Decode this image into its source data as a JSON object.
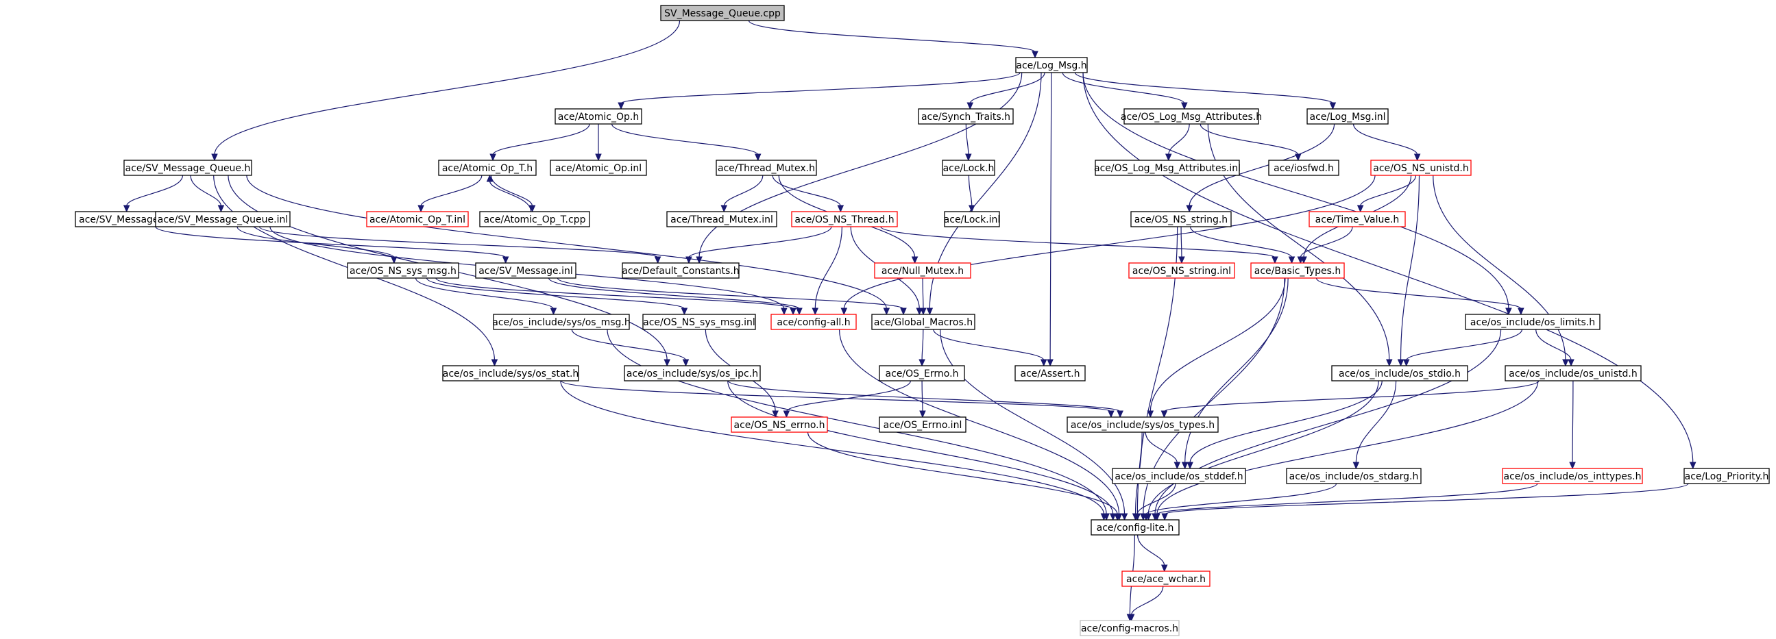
{
  "colors": {
    "edge": "#191970",
    "node_border": "#000000",
    "node_border_truncated": "#ff0000",
    "node_border_external": "#bfbfbf",
    "root_fill": "#bfbfbf",
    "node_fill": "#ffffff"
  },
  "nodes": {
    "svmqcpp": {
      "label": "SV_Message_Queue.cpp",
      "kind": "root"
    },
    "logmsg": {
      "label": "ace/Log_Msg.h",
      "kind": "normal"
    },
    "atomicop": {
      "label": "ace/Atomic_Op.h",
      "kind": "normal"
    },
    "synchtraits": {
      "label": "ace/Synch_Traits.h",
      "kind": "normal"
    },
    "oslogmsgattr": {
      "label": "ace/OS_Log_Msg_Attributes.h",
      "kind": "normal"
    },
    "logmsginl": {
      "label": "ace/Log_Msg.inl",
      "kind": "normal"
    },
    "svmqh": {
      "label": "ace/SV_Message_Queue.h",
      "kind": "normal"
    },
    "atomicopth": {
      "label": "ace/Atomic_Op_T.h",
      "kind": "normal"
    },
    "atomicopinl": {
      "label": "ace/Atomic_Op.inl",
      "kind": "normal"
    },
    "threadmutex": {
      "label": "ace/Thread_Mutex.h",
      "kind": "normal"
    },
    "lock": {
      "label": "ace/Lock.h",
      "kind": "normal"
    },
    "oslogmsgattrinl": {
      "label": "ace/OS_Log_Msg_Attributes.inl",
      "kind": "normal"
    },
    "iosfwd": {
      "label": "ace/iosfwd.h",
      "kind": "normal"
    },
    "osnsunistd": {
      "label": "ace/OS_NS_unistd.h",
      "kind": "truncated"
    },
    "svmessage": {
      "label": "ace/SV_Message.h",
      "kind": "normal"
    },
    "svmqinl": {
      "label": "ace/SV_Message_Queue.inl",
      "kind": "normal"
    },
    "atomicoptinl": {
      "label": "ace/Atomic_Op_T.inl",
      "kind": "truncated"
    },
    "atomicoptcpp": {
      "label": "ace/Atomic_Op_T.cpp",
      "kind": "normal"
    },
    "threadmutexinl": {
      "label": "ace/Thread_Mutex.inl",
      "kind": "normal"
    },
    "osnsthread": {
      "label": "ace/OS_NS_Thread.h",
      "kind": "truncated"
    },
    "lockinl": {
      "label": "ace/Lock.inl",
      "kind": "normal"
    },
    "osnsstring": {
      "label": "ace/OS_NS_string.h",
      "kind": "normal"
    },
    "timevalue": {
      "label": "ace/Time_Value.h",
      "kind": "truncated"
    },
    "osnssysmsg": {
      "label": "ace/OS_NS_sys_msg.h",
      "kind": "normal"
    },
    "svmessageinl": {
      "label": "ace/SV_Message.inl",
      "kind": "normal"
    },
    "defaultconst": {
      "label": "ace/Default_Constants.h",
      "kind": "normal"
    },
    "nullmutex": {
      "label": "ace/Null_Mutex.h",
      "kind": "truncated"
    },
    "osnsstringinl": {
      "label": "ace/OS_NS_string.inl",
      "kind": "truncated"
    },
    "basictypes": {
      "label": "ace/Basic_Types.h",
      "kind": "truncated"
    },
    "osmsg": {
      "label": "ace/os_include/sys/os_msg.h",
      "kind": "normal"
    },
    "osnssysmsginl": {
      "label": "ace/OS_NS_sys_msg.inl",
      "kind": "normal"
    },
    "configall": {
      "label": "ace/config-all.h",
      "kind": "truncated"
    },
    "globalmacros": {
      "label": "ace/Global_Macros.h",
      "kind": "normal"
    },
    "oslimits": {
      "label": "ace/os_include/os_limits.h",
      "kind": "normal"
    },
    "osstat": {
      "label": "ace/os_include/sys/os_stat.h",
      "kind": "normal"
    },
    "osipc": {
      "label": "ace/os_include/sys/os_ipc.h",
      "kind": "normal"
    },
    "oserrno": {
      "label": "ace/OS_Errno.h",
      "kind": "normal"
    },
    "assert": {
      "label": "ace/Assert.h",
      "kind": "normal"
    },
    "osstdio": {
      "label": "ace/os_include/os_stdio.h",
      "kind": "normal"
    },
    "osunistd": {
      "label": "ace/os_include/os_unistd.h",
      "kind": "normal"
    },
    "osnserrno": {
      "label": "ace/OS_NS_errno.h",
      "kind": "truncated"
    },
    "oserrnoinl": {
      "label": "ace/OS_Errno.inl",
      "kind": "normal"
    },
    "ostypes": {
      "label": "ace/os_include/sys/os_types.h",
      "kind": "normal"
    },
    "osstddef": {
      "label": "ace/os_include/os_stddef.h",
      "kind": "normal"
    },
    "osstdarg": {
      "label": "ace/os_include/os_stdarg.h",
      "kind": "normal"
    },
    "osinttypes": {
      "label": "ace/os_include/os_inttypes.h",
      "kind": "truncated"
    },
    "logpriority": {
      "label": "ace/Log_Priority.h",
      "kind": "normal"
    },
    "configlite": {
      "label": "ace/config-lite.h",
      "kind": "normal"
    },
    "acewchar": {
      "label": "ace/ace_wchar.h",
      "kind": "truncated"
    },
    "configmacros": {
      "label": "ace/config-macros.h",
      "kind": "external"
    }
  },
  "edges": [
    [
      "svmqcpp",
      "logmsg"
    ],
    [
      "svmqcpp",
      "svmqh"
    ],
    [
      "logmsg",
      "atomicop"
    ],
    [
      "logmsg",
      "synchtraits"
    ],
    [
      "logmsg",
      "oslogmsgattr"
    ],
    [
      "logmsg",
      "logmsginl"
    ],
    [
      "logmsg",
      "defaultconst"
    ],
    [
      "logmsg",
      "globalmacros"
    ],
    [
      "logmsg",
      "assert"
    ],
    [
      "logmsg",
      "oslimits"
    ],
    [
      "logmsg",
      "logpriority"
    ],
    [
      "atomicop",
      "atomicopth"
    ],
    [
      "atomicop",
      "atomicopinl"
    ],
    [
      "atomicop",
      "threadmutex"
    ],
    [
      "atomicopth",
      "atomicoptinl"
    ],
    [
      "atomicopth",
      "atomicoptcpp"
    ],
    [
      "atomicoptcpp",
      "atomicopth"
    ],
    [
      "threadmutex",
      "threadmutexinl"
    ],
    [
      "threadmutex",
      "osnsthread"
    ],
    [
      "threadmutex",
      "nullmutex"
    ],
    [
      "synchtraits",
      "lock"
    ],
    [
      "lock",
      "lockinl"
    ],
    [
      "oslogmsgattr",
      "oslogmsgattrinl"
    ],
    [
      "oslogmsgattr",
      "iosfwd"
    ],
    [
      "oslogmsgattr",
      "osstdio"
    ],
    [
      "logmsginl",
      "osnsunistd"
    ],
    [
      "logmsginl",
      "osnsstring"
    ],
    [
      "osnsunistd",
      "configall"
    ],
    [
      "osnsunistd",
      "timevalue"
    ],
    [
      "osnsunistd",
      "basictypes"
    ],
    [
      "osnsunistd",
      "osstdio"
    ],
    [
      "osnsunistd",
      "osunistd"
    ],
    [
      "timevalue",
      "basictypes"
    ],
    [
      "osnsstring",
      "osnsstringinl"
    ],
    [
      "osnsstring",
      "basictypes"
    ],
    [
      "osnsstring",
      "configlite"
    ],
    [
      "svmqh",
      "svmessage"
    ],
    [
      "svmqh",
      "svmqinl"
    ],
    [
      "svmqh",
      "osipc"
    ],
    [
      "svmqh",
      "osstat"
    ],
    [
      "svmqh",
      "globalmacros"
    ],
    [
      "svmessage",
      "svmessageinl"
    ],
    [
      "svmqinl",
      "osnssysmsg"
    ],
    [
      "svmqinl",
      "configall"
    ],
    [
      "svmqinl",
      "defaultconst"
    ],
    [
      "osnsthread",
      "defaultconst"
    ],
    [
      "osnsthread",
      "configall"
    ],
    [
      "osnsthread",
      "globalmacros"
    ],
    [
      "osnsthread",
      "basictypes"
    ],
    [
      "nullmutex",
      "globalmacros"
    ],
    [
      "osnssysmsg",
      "osmsg"
    ],
    [
      "osnssysmsg",
      "osnssysmsginl"
    ],
    [
      "osnssysmsg",
      "configall"
    ],
    [
      "svmessageinl",
      "globalmacros"
    ],
    [
      "svmessageinl",
      "configall"
    ],
    [
      "osmsg",
      "osipc"
    ],
    [
      "osmsg",
      "configlite"
    ],
    [
      "osnssysmsginl",
      "osnserrno"
    ],
    [
      "osipc",
      "ostypes"
    ],
    [
      "osipc",
      "configlite"
    ],
    [
      "osstat",
      "ostypes"
    ],
    [
      "osstat",
      "configlite"
    ],
    [
      "configall",
      "configlite"
    ],
    [
      "globalmacros",
      "oserrno"
    ],
    [
      "globalmacros",
      "assert"
    ],
    [
      "globalmacros",
      "configlite"
    ],
    [
      "oserrno",
      "osnserrno"
    ],
    [
      "oserrno",
      "oserrnoinl"
    ],
    [
      "osnserrno",
      "configlite"
    ],
    [
      "basictypes",
      "oslimits"
    ],
    [
      "basictypes",
      "ostypes"
    ],
    [
      "basictypes",
      "osstddef"
    ],
    [
      "basictypes",
      "configlite"
    ],
    [
      "oslimits",
      "osstdio"
    ],
    [
      "oslimits",
      "osunistd"
    ],
    [
      "oslimits",
      "configlite"
    ],
    [
      "osstdio",
      "osstddef"
    ],
    [
      "osstdio",
      "osstdarg"
    ],
    [
      "osstdio",
      "configlite"
    ],
    [
      "osunistd",
      "ostypes"
    ],
    [
      "osunistd",
      "osinttypes"
    ],
    [
      "osunistd",
      "configlite"
    ],
    [
      "ostypes",
      "osstddef"
    ],
    [
      "ostypes",
      "configlite"
    ],
    [
      "osstddef",
      "configlite"
    ],
    [
      "osstdarg",
      "configlite"
    ],
    [
      "osinttypes",
      "configlite"
    ],
    [
      "logpriority",
      "configlite"
    ],
    [
      "configlite",
      "acewchar"
    ],
    [
      "configlite",
      "configmacros"
    ],
    [
      "acewchar",
      "configmacros"
    ]
  ]
}
